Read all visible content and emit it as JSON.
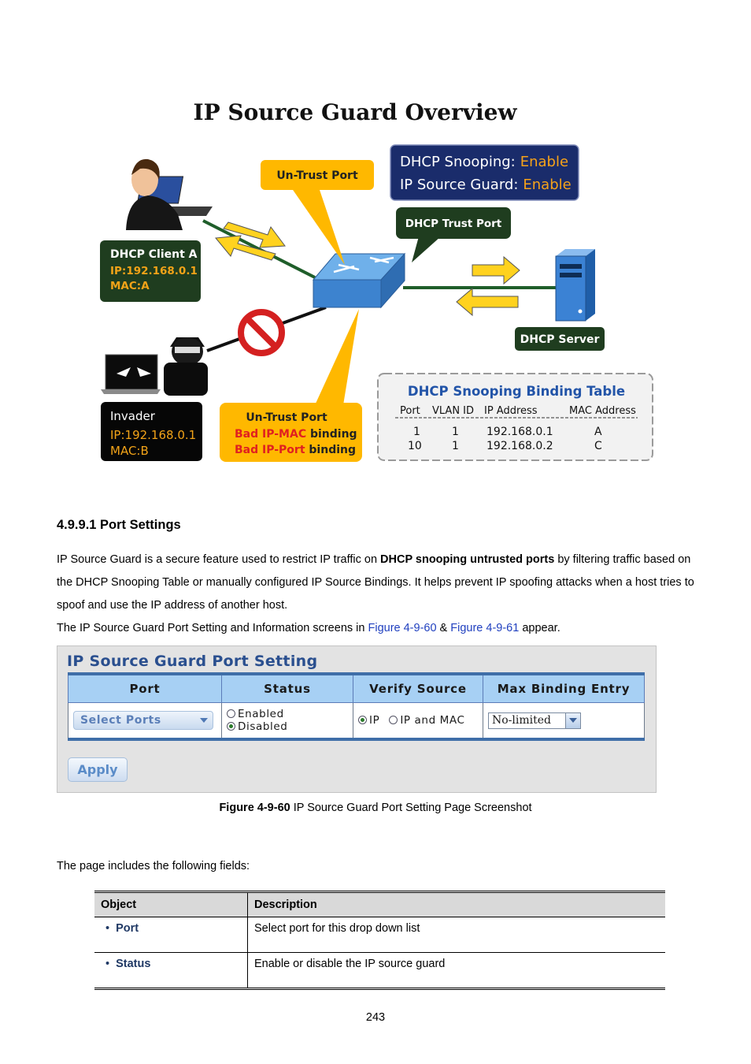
{
  "diagram": {
    "title": "IP Source Guard Overview",
    "status_box": {
      "line1_label": "DHCP Snooping:",
      "line1_value": "Enable",
      "line2_label": "IP Source Guard:",
      "line2_value": "Enable"
    },
    "untrust_port_top": "Un-Trust Port",
    "dhcp_trust_port": "DHCP Trust Port",
    "client": {
      "name": "DHCP Client A",
      "ip": "IP:192.168.0.1",
      "mac": "MAC:A"
    },
    "dhcp_server": "DHCP Server",
    "invader": {
      "name": "Invader",
      "ip": "IP:192.168.0.1",
      "mac": "MAC:B"
    },
    "untrust_port_bottom": {
      "title": "Un-Trust Port",
      "line1_bad": "Bad IP-MAC",
      "line1_rest": " binding",
      "line2_bad": "Bad IP-Port",
      "line2_rest": " binding"
    },
    "binding_table": {
      "title": "DHCP Snooping Binding Table",
      "headers": [
        "Port",
        "VLAN ID",
        "IP Address",
        "MAC Address"
      ],
      "rows": [
        [
          "1",
          "1",
          "192.168.0.1",
          "A"
        ],
        [
          "10",
          "1",
          "192.168.0.2",
          "C"
        ]
      ]
    }
  },
  "section": {
    "heading": "4.9.9.1 Port Settings",
    "para1_a": "IP Source Guard is a secure feature used to restrict IP traffic on ",
    "para1_bold": "DHCP snooping untrusted ports",
    "para1_b": " by filtering traffic based on",
    "para1_line2": "the DHCP Snooping Table or manually configured IP Source Bindings. It helps prevent IP spoofing attacks when a host tries to",
    "para1_line3": "spoof and use the IP address of another host.",
    "para2_a": "The IP Source Guard Port Setting and Information screens in ",
    "para2_link1": "Figure 4-9-60",
    "para2_amp": " & ",
    "para2_link2": "Figure 4-9-61",
    "para2_b": " appear."
  },
  "panel": {
    "title": "IP Source Guard Port Setting",
    "headers": [
      "Port",
      "Status",
      "Verify Source",
      "Max Binding Entry"
    ],
    "port_select": "Select Ports",
    "status_options": [
      {
        "label": "Enabled",
        "selected": false
      },
      {
        "label": "Disabled",
        "selected": true
      }
    ],
    "verify_options": [
      {
        "label": "IP",
        "selected": true
      },
      {
        "label": "IP and MAC",
        "selected": false
      }
    ],
    "max_binding_value": "No-limited",
    "apply_label": "Apply"
  },
  "caption": {
    "bold": "Figure 4-9-60",
    "text": " IP Source Guard Port Setting Page Screenshot"
  },
  "fields_intro": "The page includes the following fields:",
  "fields_table": {
    "headers": [
      "Object",
      "Description"
    ],
    "rows": [
      {
        "object": "Port",
        "description": "Select port for this drop down list"
      },
      {
        "object": "Status",
        "description": "Enable or disable the IP source guard"
      }
    ]
  },
  "page_number": "243",
  "colors": {
    "dark_green_box": "#1f3d1f",
    "orange_callout": "#ffb800",
    "navy_status_box": "#1a2c6b",
    "link_blue": "#1f3fbf"
  }
}
